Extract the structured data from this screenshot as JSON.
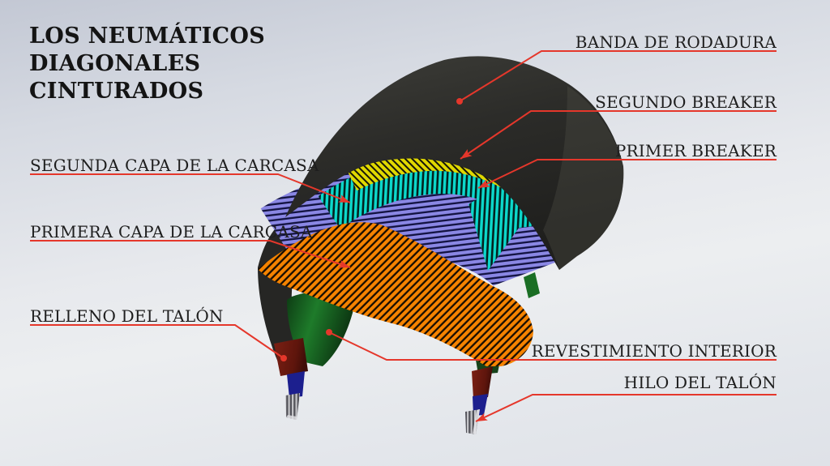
{
  "title": "LOS NEUMÁTICOS\nDIAGONALES\nCINTURADOS",
  "labels": {
    "tread": "BANDA DE RODADURA",
    "second_breaker": "SEGUNDO BREAKER",
    "first_breaker": "PRIMER BREAKER",
    "second_carcass_ply": "SEGUNDA CAPA DE LA CARCASA",
    "first_carcass_ply": "PRIMERA CAPA DE LA CARCASA",
    "bead_filler": "RELLENO DEL TALÓN",
    "inner_liner": "REVESTIMIENTO INTERIOR",
    "bead_wire": "HILO DEL TALÓN"
  },
  "colors": {
    "background_top": "#c3c8d4",
    "background_middle": "#eceef0",
    "background_bottom": "#dfe2e8",
    "leader_line": "#e5372b",
    "title_text": "#141414",
    "label_text": "#1e1e1e",
    "tread": "#2c2c29",
    "second_breaker": "#e0d800",
    "first_breaker": "#0cd8cb",
    "second_carcass_ply": "#8a87e4",
    "first_carcass_ply": "#f58300",
    "inner_liner": "#1e7b2a",
    "bead_filler": "#6b1a10",
    "bead_wire_core": "#1c1f8e",
    "bead_wire_metal": "#c4c4c8"
  }
}
